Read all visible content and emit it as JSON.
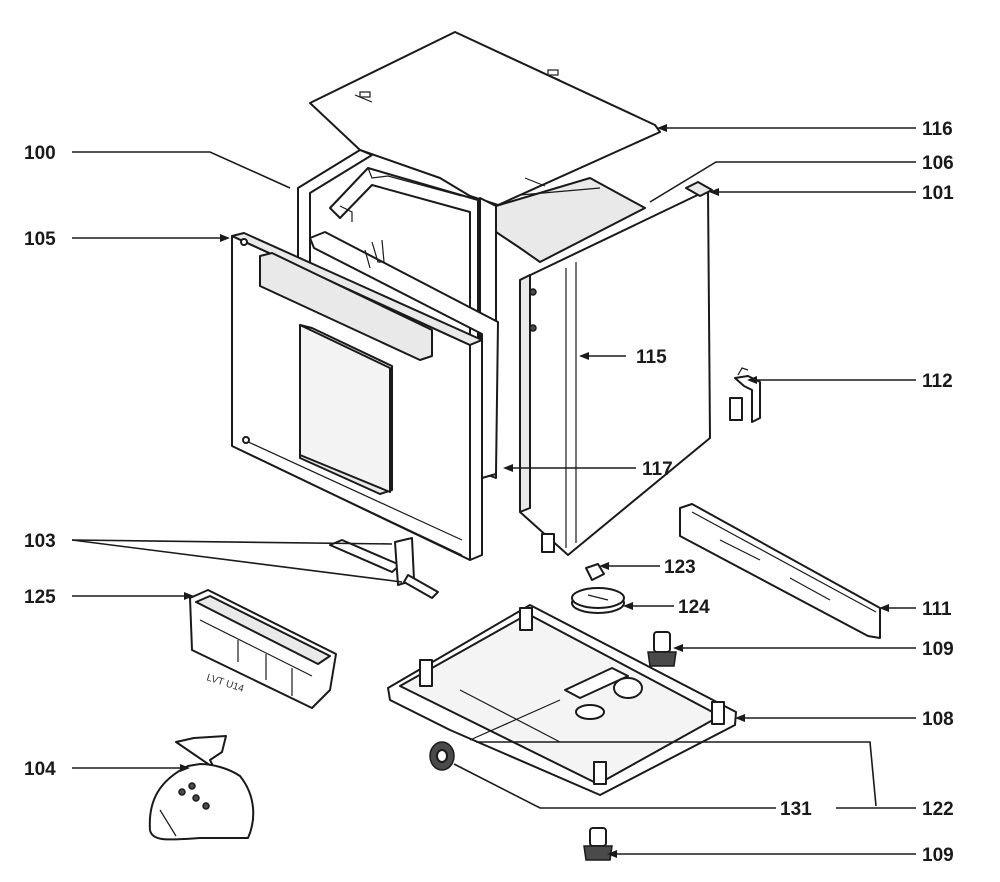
{
  "callouts": {
    "c100": "100",
    "c105": "105",
    "c103": "103",
    "c125": "125",
    "c104": "104",
    "c116": "116",
    "c106": "106",
    "c101": "101",
    "c115": "115",
    "c112": "112",
    "c117": "117",
    "c123": "123",
    "c124": "124",
    "c111": "111",
    "c109a": "109",
    "c108": "108",
    "c131": "131",
    "c122": "122",
    "c109b": "109"
  },
  "part_marking": "LVT U14"
}
